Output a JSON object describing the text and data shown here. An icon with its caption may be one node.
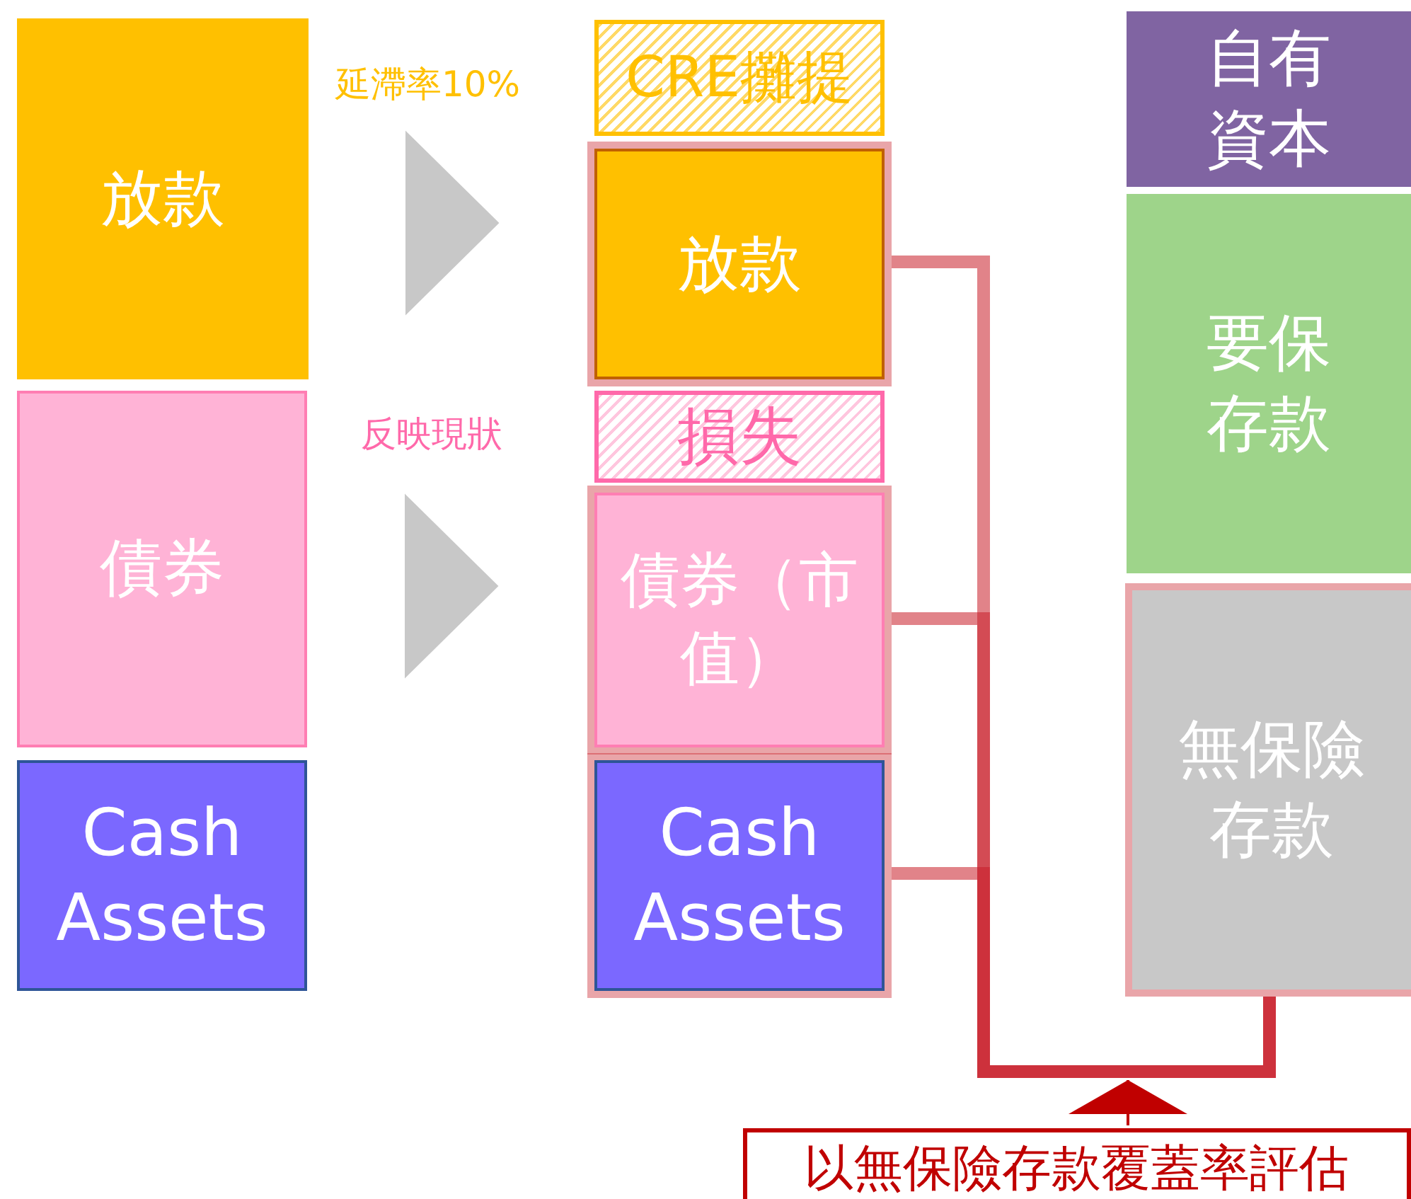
{
  "diagram": {
    "nodes": [
      {
        "text": [
          "放款"
        ]
      },
      {
        "text": [
          "債券"
        ]
      },
      {
        "text": [
          "Cash Assets"
        ]
      },
      {
        "text": [
          "CRE攤提"
        ]
      },
      {
        "text": [
          "放款"
        ]
      },
      {
        "text": [
          "損失"
        ]
      },
      {
        "text": [
          "債券（市值）"
        ]
      },
      {
        "text": [
          "Cash Assets"
        ]
      },
      {
        "text": [
          "自有資本"
        ]
      },
      {
        "text": [
          "要保存款"
        ]
      },
      {
        "text": [
          "無保險存款"
        ]
      },
      {
        "text": [
          "以無保險存款覆蓋率評估"
        ]
      }
    ],
    "edges": [
      {
        "from": 0,
        "to": 4,
        "arrow": "to",
        "color": "#c8c8c8"
      },
      {
        "from": 1,
        "to": 6,
        "arrow": "to",
        "color": "#c8c8c8"
      },
      {
        "from": 4,
        "to": 10,
        "arrow": "none"
      },
      {
        "from": 6,
        "to": 10,
        "arrow": "none"
      },
      {
        "from": 7,
        "to": 10,
        "arrow": "none"
      },
      {
        "from": 11,
        "to": null,
        "arrow": "to"
      }
    ],
    "labels": [
      "延滯率10%",
      "反映現狀"
    ]
  }
}
